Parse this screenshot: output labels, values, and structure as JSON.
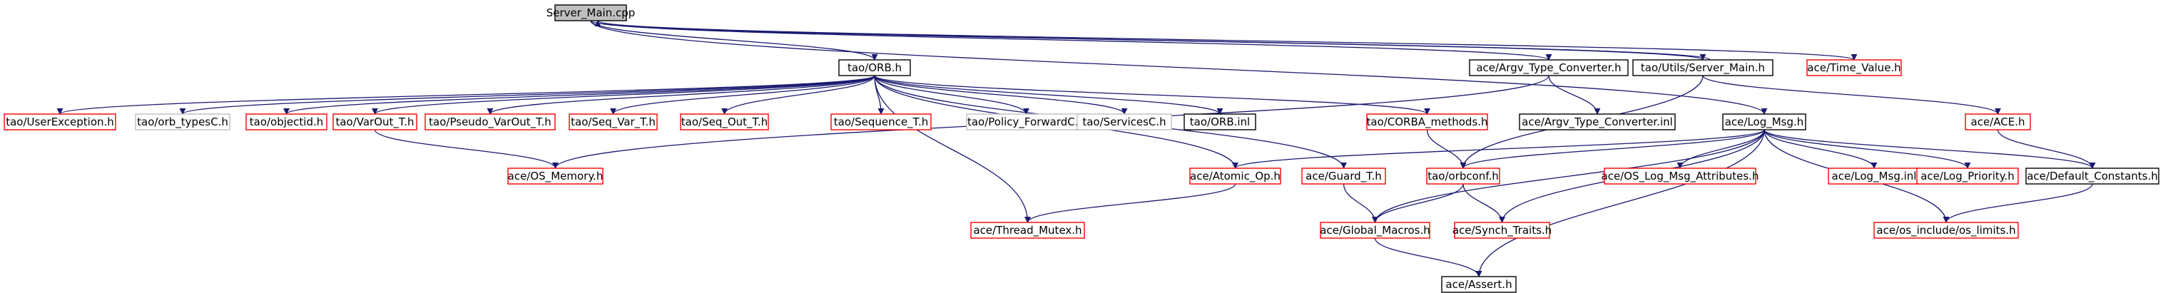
{
  "diagram": {
    "colors": {
      "edge": "#191970",
      "arrow": "#191970",
      "border_linked": "#ff0000",
      "border_documented": "#000000",
      "border_external": "#bfbfbf",
      "fill_root": "#bfbfbf",
      "fill_default": "#ffffff"
    },
    "nodes": [
      {
        "id": "server_main_cpp",
        "label": "Server_Main.cpp",
        "kind": "root"
      },
      {
        "id": "tao_orb_h",
        "label": "tao/ORB.h",
        "kind": "documented"
      },
      {
        "id": "argv_type_converter_h",
        "label": "ace/Argv_Type_Converter.h",
        "kind": "documented"
      },
      {
        "id": "utils_server_main_h",
        "label": "tao/Utils/Server_Main.h",
        "kind": "documented"
      },
      {
        "id": "time_value_h",
        "label": "ace/Time_Value.h",
        "kind": "linked"
      },
      {
        "id": "user_exception_h",
        "label": "tao/UserException.h",
        "kind": "linked"
      },
      {
        "id": "orb_typesc_h",
        "label": "tao/orb_typesC.h",
        "kind": "external"
      },
      {
        "id": "objectid_h",
        "label": "tao/objectid.h",
        "kind": "linked"
      },
      {
        "id": "varout_t_h",
        "label": "tao/VarOut_T.h",
        "kind": "linked"
      },
      {
        "id": "pseudo_varout_t_h",
        "label": "tao/Pseudo_VarOut_T.h",
        "kind": "linked"
      },
      {
        "id": "seq_var_t_h",
        "label": "tao/Seq_Var_T.h",
        "kind": "linked"
      },
      {
        "id": "seq_out_t_h",
        "label": "tao/Seq_Out_T.h",
        "kind": "linked"
      },
      {
        "id": "sequence_t_h",
        "label": "tao/Sequence_T.h",
        "kind": "linked"
      },
      {
        "id": "policy_forwardc_h",
        "label": "tao/Policy_ForwardC.h",
        "kind": "external"
      },
      {
        "id": "servicesc_h",
        "label": "tao/ServicesC.h",
        "kind": "external"
      },
      {
        "id": "orb_inl",
        "label": "tao/ORB.inl",
        "kind": "documented"
      },
      {
        "id": "corba_methods_h",
        "label": "tao/CORBA_methods.h",
        "kind": "linked"
      },
      {
        "id": "argv_type_converter_inl",
        "label": "ace/Argv_Type_Converter.inl",
        "kind": "documented"
      },
      {
        "id": "log_msg_h",
        "label": "ace/Log_Msg.h",
        "kind": "documented"
      },
      {
        "id": "ace_h",
        "label": "ace/ACE.h",
        "kind": "linked"
      },
      {
        "id": "os_memory_h",
        "label": "ace/OS_Memory.h",
        "kind": "linked"
      },
      {
        "id": "atomic_op_h",
        "label": "ace/Atomic_Op.h",
        "kind": "linked"
      },
      {
        "id": "guard_t_h",
        "label": "ace/Guard_T.h",
        "kind": "linked"
      },
      {
        "id": "orbconf_h",
        "label": "tao/orbconf.h",
        "kind": "linked"
      },
      {
        "id": "os_log_msg_attributes_h",
        "label": "ace/OS_Log_Msg_Attributes.h",
        "kind": "linked"
      },
      {
        "id": "log_msg_inl",
        "label": "ace/Log_Msg.inl",
        "kind": "linked"
      },
      {
        "id": "log_priority_h",
        "label": "ace/Log_Priority.h",
        "kind": "linked"
      },
      {
        "id": "default_constants_h",
        "label": "ace/Default_Constants.h",
        "kind": "documented"
      },
      {
        "id": "thread_mutex_h",
        "label": "ace/Thread_Mutex.h",
        "kind": "linked"
      },
      {
        "id": "global_macros_h",
        "label": "ace/Global_Macros.h",
        "kind": "linked"
      },
      {
        "id": "synch_traits_h",
        "label": "ace/Synch_Traits.h",
        "kind": "linked"
      },
      {
        "id": "os_limits_h",
        "label": "ace/os_include/os_limits.h",
        "kind": "linked"
      },
      {
        "id": "assert_h",
        "label": "ace/Assert.h",
        "kind": "documented"
      }
    ],
    "edges": [
      [
        "server_main_cpp",
        "tao_orb_h"
      ],
      [
        "server_main_cpp",
        "argv_type_converter_h"
      ],
      [
        "server_main_cpp",
        "utils_server_main_h"
      ],
      [
        "server_main_cpp",
        "time_value_h"
      ],
      [
        "server_main_cpp",
        "log_msg_h"
      ],
      [
        "utils_server_main_h",
        "server_main_cpp"
      ],
      [
        "tao_orb_h",
        "user_exception_h"
      ],
      [
        "tao_orb_h",
        "orb_typesc_h"
      ],
      [
        "tao_orb_h",
        "objectid_h"
      ],
      [
        "tao_orb_h",
        "varout_t_h"
      ],
      [
        "tao_orb_h",
        "pseudo_varout_t_h"
      ],
      [
        "tao_orb_h",
        "seq_var_t_h"
      ],
      [
        "tao_orb_h",
        "seq_out_t_h"
      ],
      [
        "tao_orb_h",
        "sequence_t_h"
      ],
      [
        "tao_orb_h",
        "policy_forwardc_h"
      ],
      [
        "tao_orb_h",
        "servicesc_h"
      ],
      [
        "tao_orb_h",
        "orb_inl"
      ],
      [
        "tao_orb_h",
        "corba_methods_h"
      ],
      [
        "tao_orb_h",
        "atomic_op_h"
      ],
      [
        "tao_orb_h",
        "guard_t_h"
      ],
      [
        "tao_orb_h",
        "thread_mutex_h"
      ],
      [
        "argv_type_converter_h",
        "argv_type_converter_inl"
      ],
      [
        "argv_type_converter_h",
        "os_memory_h"
      ],
      [
        "utils_server_main_h",
        "ace_h"
      ],
      [
        "utils_server_main_h",
        "orbconf_h"
      ],
      [
        "varout_t_h",
        "os_memory_h"
      ],
      [
        "corba_methods_h",
        "orbconf_h"
      ],
      [
        "ace_h",
        "default_constants_h"
      ],
      [
        "log_msg_h",
        "atomic_op_h"
      ],
      [
        "log_msg_h",
        "orbconf_h"
      ],
      [
        "log_msg_h",
        "os_log_msg_attributes_h"
      ],
      [
        "log_msg_h",
        "log_msg_inl"
      ],
      [
        "log_msg_h",
        "log_priority_h"
      ],
      [
        "log_msg_h",
        "default_constants_h"
      ],
      [
        "log_msg_h",
        "global_macros_h"
      ],
      [
        "log_msg_h",
        "synch_traits_h"
      ],
      [
        "log_msg_h",
        "os_limits_h"
      ],
      [
        "log_msg_h",
        "assert_h"
      ],
      [
        "atomic_op_h",
        "thread_mutex_h"
      ],
      [
        "guard_t_h",
        "global_macros_h"
      ],
      [
        "orbconf_h",
        "global_macros_h"
      ],
      [
        "orbconf_h",
        "synch_traits_h"
      ],
      [
        "default_constants_h",
        "os_limits_h"
      ],
      [
        "global_macros_h",
        "assert_h"
      ]
    ]
  }
}
